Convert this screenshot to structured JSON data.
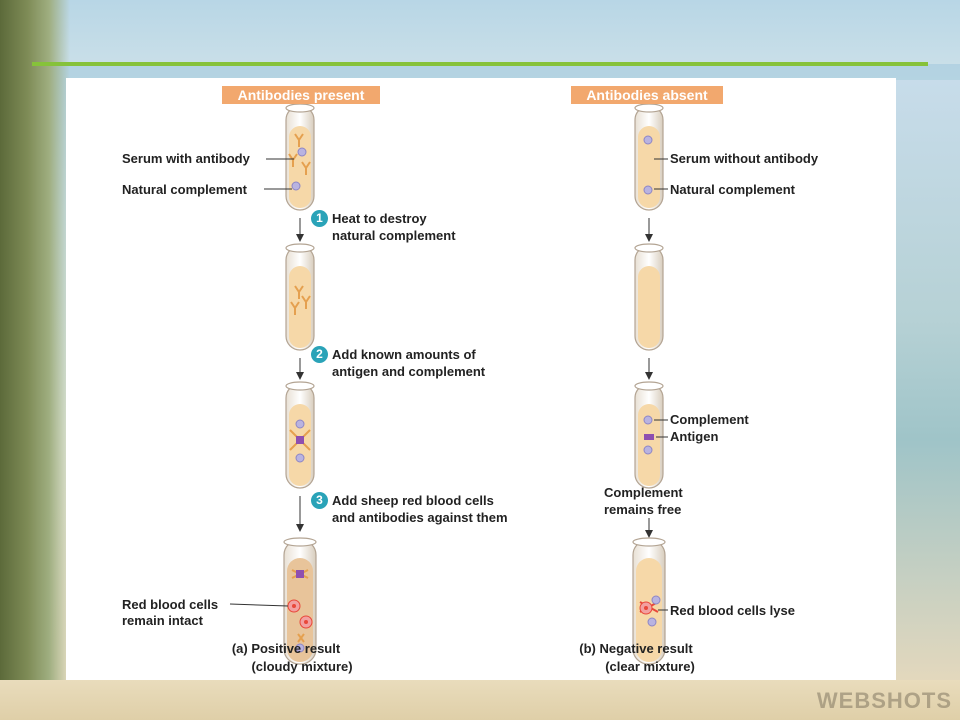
{
  "left_column": {
    "header": "Antibodies present",
    "labels": {
      "serum": "Serum with antibody",
      "natural_complement": "Natural complement",
      "red_cells_line1": "Red blood cells",
      "red_cells_line2": "remain intact"
    },
    "steps": [
      {
        "number": "1",
        "line1": "Heat to destroy",
        "line2": "natural complement"
      },
      {
        "number": "2",
        "line1": "Add known amounts of",
        "line2": "antigen and complement"
      },
      {
        "number": "3",
        "line1": "Add sheep red blood cells",
        "line2": "and antibodies against them"
      }
    ],
    "result_line1": "(a) Positive result",
    "result_line2": "(cloudy mixture)"
  },
  "right_column": {
    "header": "Antibodies absent",
    "labels": {
      "serum": "Serum without antibody",
      "natural_complement": "Natural complement",
      "complement": "Complement",
      "antigen": "Antigen",
      "free_line1": "Complement",
      "free_line2": "remains free",
      "lyse": "Red blood cells lyse"
    },
    "result_line1": "(b) Negative result",
    "result_line2": "(clear mixture)"
  },
  "watermark": "WEBSHOTS",
  "colors": {
    "accent_rule": "#86c23a",
    "header_fill": "#f2a86e",
    "step_badge": "#2aa3b8",
    "serum": "#f6d8a8",
    "complement": "#b9b3e0",
    "antibody": "#e5a04f",
    "red_cell": "#e8483a"
  }
}
